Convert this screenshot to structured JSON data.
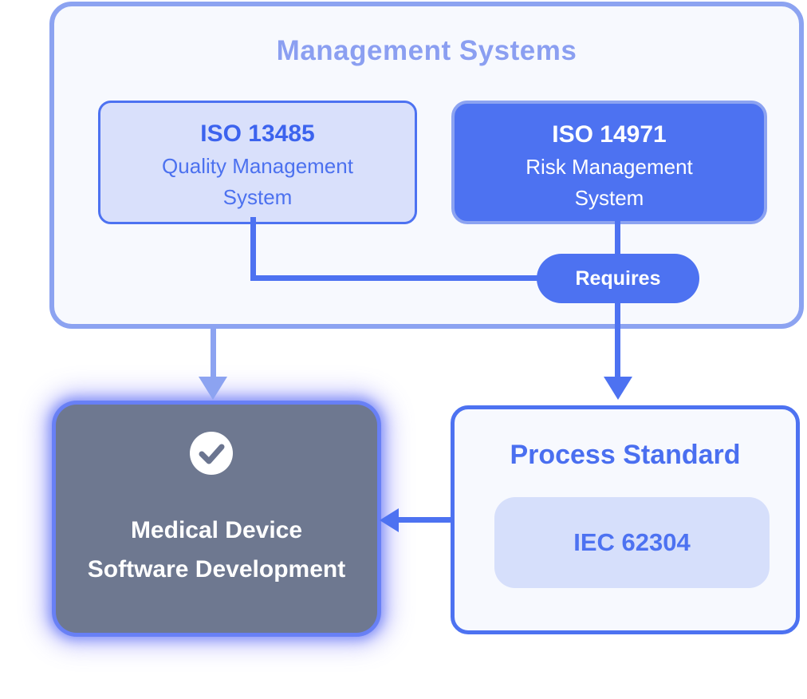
{
  "palette": {
    "primary_blue": "#4d72f1",
    "light_periwinkle": "#8ca3f1",
    "container_bg": "#f7f9fe",
    "light_box_bg": "#d9e0fb",
    "iec_box_bg": "#d6dffb",
    "gray_box_bg": "#6e7890",
    "title_light_blue": "#8b9ff1",
    "white": "#ffffff"
  },
  "management_systems": {
    "title": "Management Systems",
    "iso_13485": {
      "title": "ISO 13485",
      "subtitle": "Quality Management\nSystem"
    },
    "iso_14971": {
      "title": "ISO 14971",
      "subtitle": "Risk Management\nSystem"
    },
    "requires_label": "Requires"
  },
  "process_standard": {
    "title": "Process Standard",
    "standard": "IEC 62304"
  },
  "software_development": {
    "label": "Medical Device\nSoftware Development",
    "icon": "check-circle"
  }
}
